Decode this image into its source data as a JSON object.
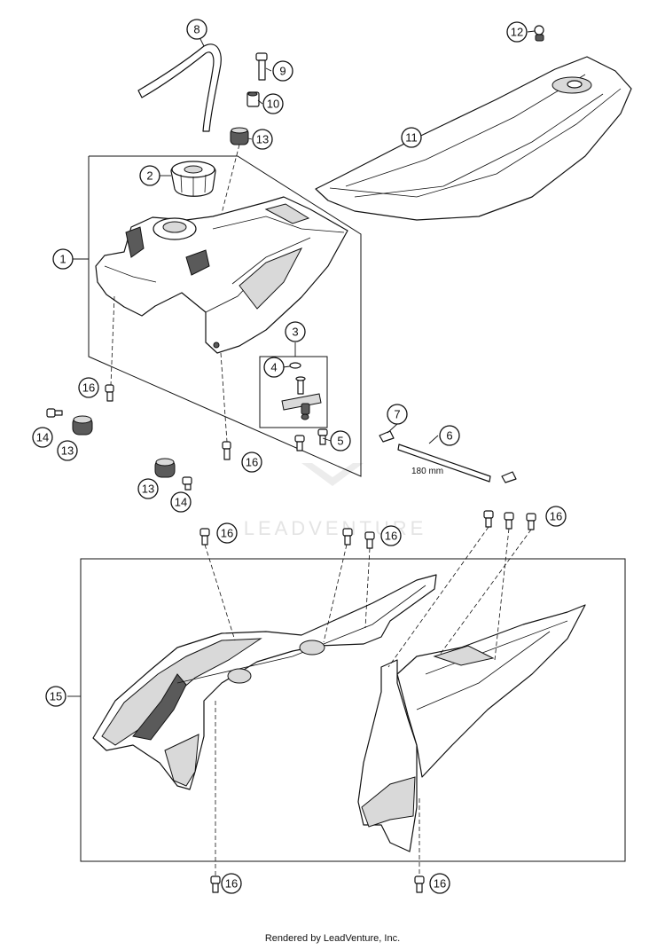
{
  "diagram": {
    "callouts": [
      "1",
      "2",
      "3",
      "4",
      "5",
      "6",
      "7",
      "8",
      "9",
      "10",
      "11",
      "12",
      "13",
      "14",
      "15",
      "16"
    ],
    "dimension_label": "180 mm",
    "watermark": "LEADVENTURE"
  },
  "footer": {
    "credit": "Rendered by LeadVenture, Inc."
  }
}
